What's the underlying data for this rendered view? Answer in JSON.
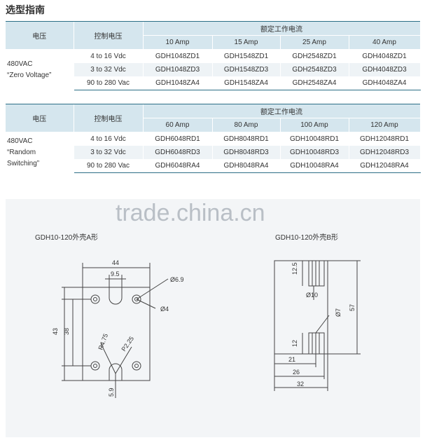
{
  "title": "选型指南",
  "table1": {
    "headers": {
      "voltage": "电压",
      "control": "控制电压",
      "rated": "额定工作电流"
    },
    "amps": [
      "10 Amp",
      "15 Amp",
      "25 Amp",
      "40 Amp"
    ],
    "voltage_label": [
      "480VAC",
      "“Zero Voltage”"
    ],
    "rows": [
      {
        "control": "4 to 16 Vdc",
        "models": [
          "GDH1048ZD1",
          "GDH1548ZD1",
          "GDH2548ZD1",
          "GDH4048ZD1"
        ]
      },
      {
        "control": "3 to 32 Vdc",
        "models": [
          "GDH1048ZD3",
          "GDH1548ZD3",
          "GDH2548ZD3",
          "GDH4048ZD3"
        ]
      },
      {
        "control": "90 to 280 Vac",
        "models": [
          "GDH1048ZA4",
          "GDH1548ZA4",
          "GDH2548ZA4",
          "GDH4048ZA4"
        ]
      }
    ]
  },
  "table2": {
    "headers": {
      "voltage": "电压",
      "control": "控制电压",
      "rated": "额定工作电流"
    },
    "amps": [
      "60 Amp",
      "80 Amp",
      "100 Amp",
      "120 Amp"
    ],
    "voltage_label": [
      "480VAC",
      "“Random",
      "Switching”"
    ],
    "rows": [
      {
        "control": "4 to 16 Vdc",
        "models": [
          "GDH6048RD1",
          "GDH8048RD1",
          "GDH10048RD1",
          "GDH12048RD1"
        ]
      },
      {
        "control": "3 to 32 Vdc",
        "models": [
          "GDH6048RD3",
          "GDH8048RD3",
          "GDH10048RD3",
          "GDH12048RD3"
        ]
      },
      {
        "control": "90 to 280 Vac",
        "models": [
          "GDH6048RA4",
          "GDH8048RA4",
          "GDH10048RA4",
          "GDH12048RA4"
        ]
      }
    ]
  },
  "watermark": "trade.china.cn",
  "drawing_a": {
    "caption": "GDH10-120外壳A形",
    "dims": {
      "width": "44",
      "pitch": "9.5",
      "hole_large": "Ø6.9",
      "hole_small": "Ø4",
      "height_outer": "43",
      "height_inner": "38",
      "radius1": "R4.75",
      "radius2": "P2.25",
      "bottom": "5.9"
    }
  },
  "drawing_b": {
    "caption": "GDH10-120外壳B形",
    "dims": {
      "top": "12.5",
      "hole": "Ø10",
      "hole_small": "Ø7",
      "bottom_seg": "12",
      "height": "57",
      "d21": "21",
      "d26": "26",
      "d32": "32"
    }
  }
}
